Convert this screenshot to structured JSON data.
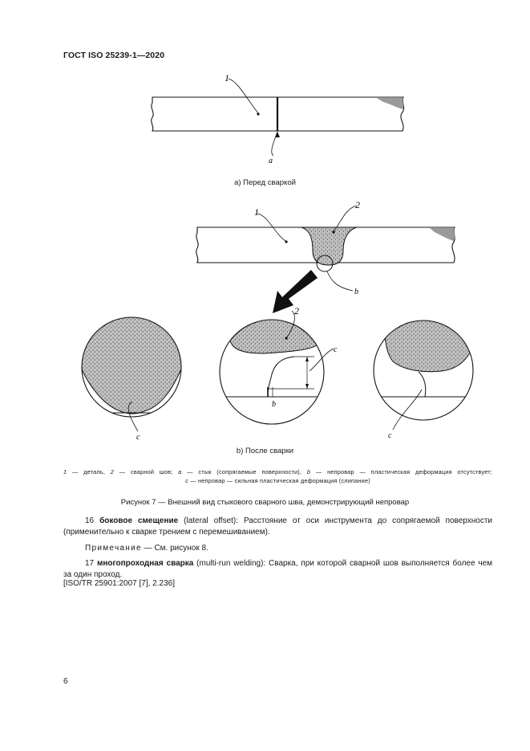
{
  "header": {
    "doc_id": "ГОСТ ISO 25239-1—2020"
  },
  "figure": {
    "labels": {
      "part_1_top": "1",
      "a": "a",
      "part_1_mid": "1",
      "weld_2_mid": "2",
      "b_mid": "b",
      "weld_2_detail": "2",
      "c_center": "c",
      "b_detail": "b",
      "c_left": "c",
      "c_right": "c"
    },
    "caption_a": "а) Перед сваркой",
    "caption_b": "b) После сварки",
    "legend_line1": {
      "n1": "1",
      "t1": " — деталь, ",
      "n2": "2",
      "t2": " — сварной шов; ",
      "a": "a",
      "t3": " — стык (сопрягаемые поверхности), ",
      "b": "b",
      "t4": " — непровар — пластическая деформация отсутствует;"
    },
    "legend_line2": {
      "c": "c",
      "t1": " — непровар — сильная пластическая деформация (слипание)"
    },
    "title": "Рисунок 7 — Внешний вид стыкового сварного шва, демонстрирующий непровар"
  },
  "term16": {
    "num": "16 ",
    "term": "боковое смещение",
    "rest": " (lateral offset): Расстояние от оси инструмента до сопрягаемой поверхности (применительно к сварке трением с перемешиванием)."
  },
  "note": {
    "label": "Примечание",
    "text": " — См. рисунок 8."
  },
  "term17": {
    "num": "17 ",
    "term": "многопроходная сварка",
    "rest": " (multi-run welding): Сварка, при которой сварной шов выполняется более чем за один проход."
  },
  "ref": "[ISO/TR 25901:2007 [7], 2.236]",
  "page_number": "6"
}
